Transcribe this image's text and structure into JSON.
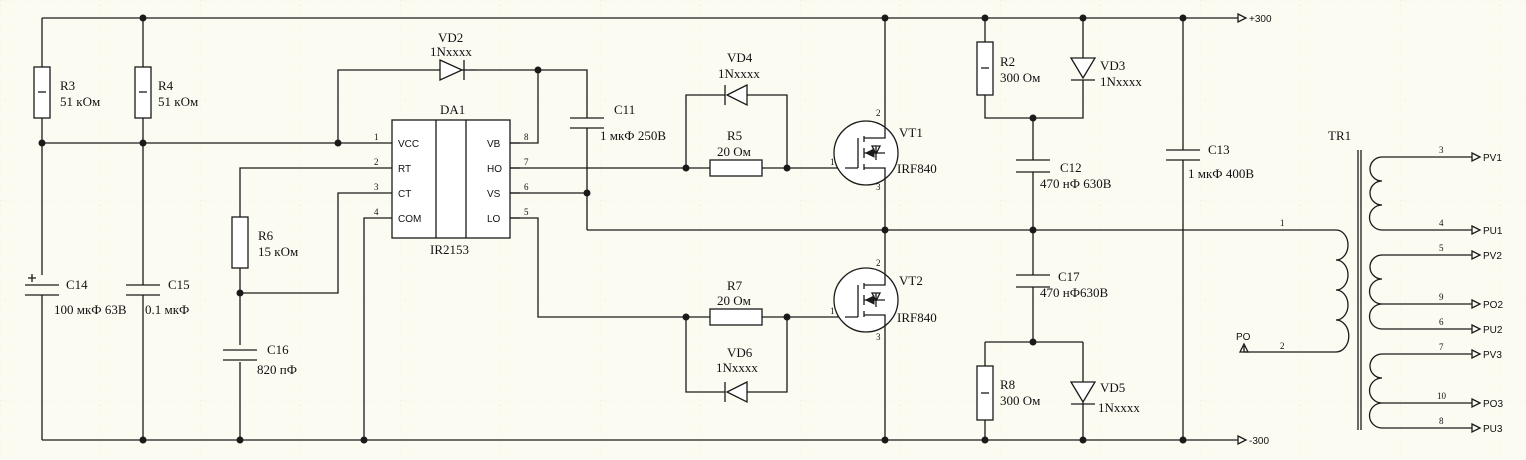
{
  "rails": {
    "positive": "+300",
    "negative": "-300"
  },
  "components": {
    "R3": {
      "ref": "R3",
      "value": "51 кОм"
    },
    "R4": {
      "ref": "R4",
      "value": "51 кОм"
    },
    "R2": {
      "ref": "R2",
      "value": "300 Ом"
    },
    "R5": {
      "ref": "R5",
      "value": "20 Ом"
    },
    "R6": {
      "ref": "R6",
      "value": "15 кОм"
    },
    "R7": {
      "ref": "R7",
      "value": "20 Ом"
    },
    "R8": {
      "ref": "R8",
      "value": "300 Ом"
    },
    "VD2": {
      "ref": "VD2",
      "value": "1Nxxxx"
    },
    "VD3": {
      "ref": "VD3",
      "value": "1Nxxxx"
    },
    "VD4": {
      "ref": "VD4",
      "value": "1Nxxxx"
    },
    "VD5": {
      "ref": "VD5",
      "value": "1Nxxxx"
    },
    "VD6": {
      "ref": "VD6",
      "value": "1Nxxxx"
    },
    "C11": {
      "ref": "C11",
      "value": "1 мкФ 250В"
    },
    "C12": {
      "ref": "C12",
      "value": "470 нФ 630В"
    },
    "C13": {
      "ref": "C13",
      "value": "1 мкФ 400В"
    },
    "C14": {
      "ref": "C14",
      "value": "100 мкФ 63В"
    },
    "C15": {
      "ref": "C15",
      "value": "0.1 мкФ"
    },
    "C16": {
      "ref": "C16",
      "value": "820 пФ"
    },
    "C17": {
      "ref": "C17",
      "value": "470 нФ630В"
    },
    "VT1": {
      "ref": "VT1",
      "value": "IRF840",
      "pins": [
        "1",
        "2",
        "3"
      ]
    },
    "VT2": {
      "ref": "VT2",
      "value": "IRF840",
      "pins": [
        "1",
        "2",
        "3"
      ]
    },
    "DA1": {
      "ref": "DA1",
      "value": "IR2153",
      "left_pins": [
        {
          "num": "1",
          "name": "VCC"
        },
        {
          "num": "2",
          "name": "RT"
        },
        {
          "num": "3",
          "name": "CT"
        },
        {
          "num": "4",
          "name": "COM"
        }
      ],
      "right_pins": [
        {
          "num": "8",
          "name": "VB"
        },
        {
          "num": "7",
          "name": "HO"
        },
        {
          "num": "6",
          "name": "VS"
        },
        {
          "num": "5",
          "name": "LO"
        }
      ]
    },
    "TR1": {
      "ref": "TR1",
      "primary_pins": [
        "1",
        "2"
      ],
      "outputs": [
        {
          "pin": "3",
          "port": "PV1"
        },
        {
          "pin": "4",
          "port": "PU1"
        },
        {
          "pin": "5",
          "port": "PV2"
        },
        {
          "pin": "9",
          "port": "PO2"
        },
        {
          "pin": "6",
          "port": "PU2"
        },
        {
          "pin": "7",
          "port": "PV3"
        },
        {
          "pin": "10",
          "port": "PO3"
        },
        {
          "pin": "8",
          "port": "PU3"
        }
      ],
      "center_port": "PO"
    }
  }
}
